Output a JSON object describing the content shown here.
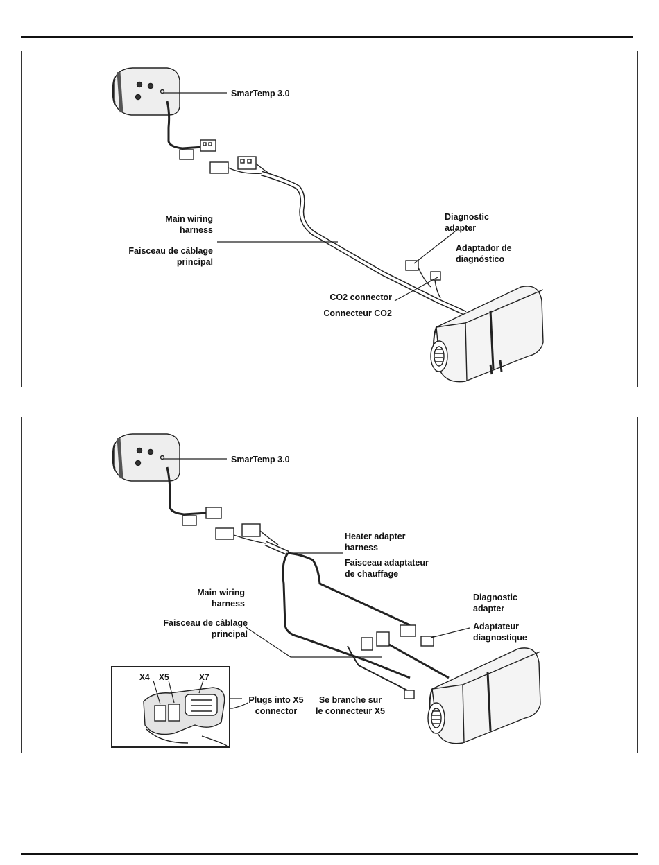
{
  "figure1": {
    "controller": "SmarTemp 3.0",
    "main_harness_en": "Main wiring\nharness",
    "main_harness_fr": "Faisceau de câblage\nprincipal",
    "diag_en": "Diagnostic\nadapter",
    "diag_es": "Adaptador de\ndiagnóstico",
    "co2_en": "CO2 connector",
    "co2_fr": "Connecteur CO2"
  },
  "figure2": {
    "controller": "SmarTemp 3.0",
    "heater_adapter_en": "Heater adapter\nharness",
    "heater_adapter_fr": "Faisceau adaptateur\nde chauffage",
    "main_harness_en": "Main wiring\nharness",
    "main_harness_fr": "Faisceau de câblage\nprincipal",
    "diag_en": "Diagnostic\nadapter",
    "diag_fr": "Adaptateur\ndiagnostique",
    "x5_en": "Plugs into X5\nconnector",
    "x5_fr": "Se branche sur\nle connecteur X5",
    "inset_x4": "X4",
    "inset_x5": "X5",
    "inset_x7": "X7"
  }
}
